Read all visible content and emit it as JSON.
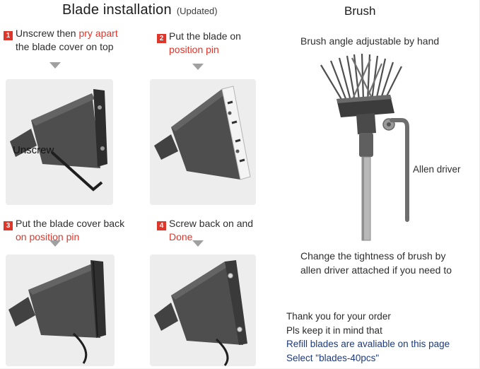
{
  "header": {
    "title": "Blade installation",
    "subtitle": "(Updated)",
    "brush_title": "Brush"
  },
  "steps": {
    "s1": {
      "num": "1",
      "seg_dark1": "Unscrew then ",
      "seg_red": "pry apart",
      "seg_dark2": "the blade cover on top"
    },
    "s2": {
      "num": "2",
      "seg_dark1": "Put the blade on",
      "seg_red": "position pin"
    },
    "s3": {
      "num": "3",
      "seg_dark1": "Put the blade cover back",
      "seg_red": "on position pin"
    },
    "s4": {
      "num": "4",
      "seg_dark1": "Screw back on and",
      "seg_red": "Done"
    }
  },
  "panels": {
    "unscrew_label": "Unscrew"
  },
  "brush": {
    "adjust_note": "Brush angle adjustable by hand",
    "allen_label": "Allen driver",
    "tightness_line1": "Change the tightness of brush by",
    "tightness_line2": "allen driver attached if you need to"
  },
  "footer": {
    "line1": "Thank you for your order",
    "line2": "Pls keep it in mind that",
    "line3": "Refill blades are avaliable on this page",
    "line4": "Select \"blades-40pcs\""
  },
  "colors": {
    "accent_red": "#df362c",
    "link_blue": "#1e3a7c",
    "panel_gray": "#ededed",
    "tool_dark": "#4e4e4e"
  }
}
